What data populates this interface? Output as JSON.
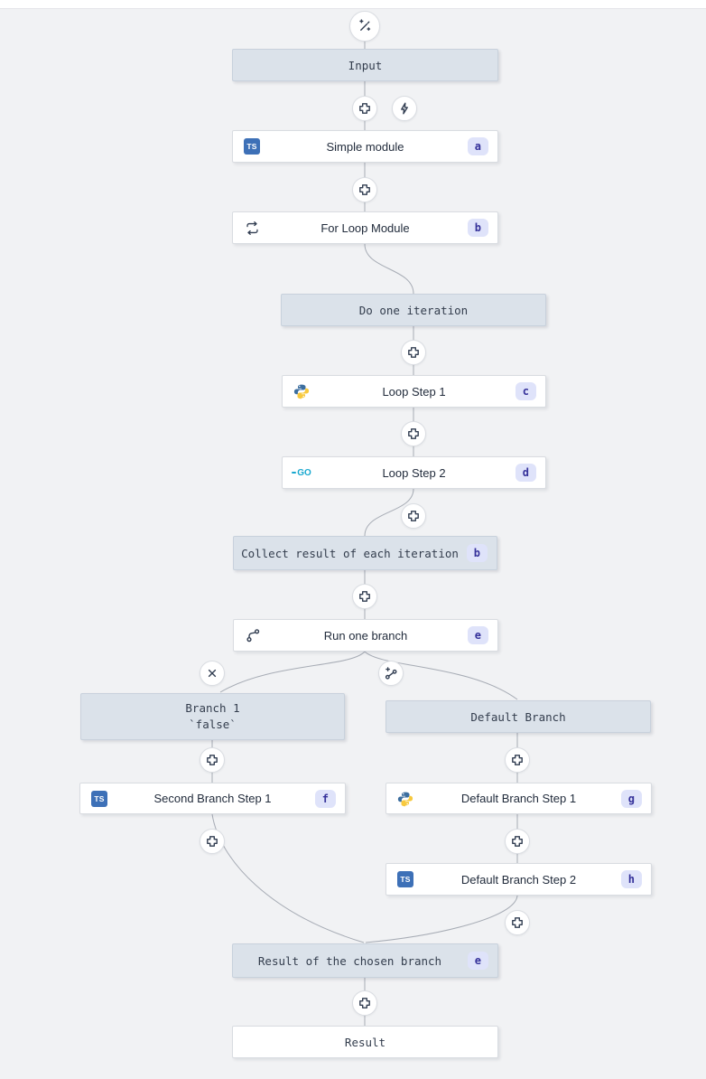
{
  "app": {
    "view": "flow-editor-canvas"
  },
  "colors": {
    "canvas_background": "#f1f2f4",
    "virtual_node_background": "#dbe2ea",
    "virtual_node_border": "#c8d1dc",
    "step_node_background": "#ffffff",
    "badge_background": "#dfe3fa",
    "badge_text": "#35319a",
    "edge": "#a7acb5",
    "icon_stroke": "#323e52",
    "typescript_blue": "#3d70b7",
    "go_blue": "#19a8cf",
    "python_blue": "#3c6e9f",
    "python_yellow": "#f7c93e"
  },
  "icons": {
    "ts_label": "TS",
    "go_label": "GO",
    "wand": "ai-wand-icon",
    "plus": "add-step-icon",
    "bolt": "trigger-icon",
    "x": "remove-branch-icon",
    "branch_add": "add-branch-icon",
    "loop": "for-loop-icon",
    "git_branch": "branch-icon"
  },
  "nodes": {
    "input": {
      "label": "Input"
    },
    "simple_module": {
      "label": "Simple module",
      "badge": "a",
      "lang": "typescript"
    },
    "for_loop": {
      "label": "For Loop Module",
      "badge": "b"
    },
    "do_one_iteration": {
      "label": "Do one iteration"
    },
    "loop_step_1": {
      "label": "Loop Step 1",
      "badge": "c",
      "lang": "python"
    },
    "loop_step_2": {
      "label": "Loop Step 2",
      "badge": "d",
      "lang": "go"
    },
    "collect_result": {
      "label": "Collect result of each iteration",
      "badge": "b"
    },
    "run_one_branch": {
      "label": "Run one branch",
      "badge": "e"
    },
    "branch_1": {
      "title": "Branch 1",
      "predicate": "`false`"
    },
    "default_branch": {
      "label": "Default Branch"
    },
    "second_branch_step_1": {
      "label": "Second Branch Step 1",
      "badge": "f",
      "lang": "typescript"
    },
    "default_branch_step_1": {
      "label": "Default Branch Step 1",
      "badge": "g",
      "lang": "python"
    },
    "default_branch_step_2": {
      "label": "Default Branch Step 2",
      "badge": "h",
      "lang": "typescript"
    },
    "result_chosen": {
      "label": "Result of the chosen branch",
      "badge": "e"
    },
    "result": {
      "label": "Result"
    }
  }
}
